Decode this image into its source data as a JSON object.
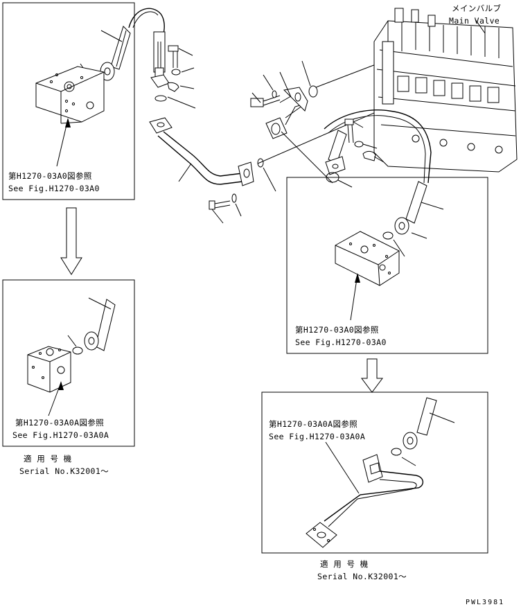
{
  "main_valve": {
    "label_jp": "メインバルブ",
    "label_en": "Main Valve"
  },
  "box_top_left": {
    "ref_jp": "第H1270-03A0図参照",
    "ref_en": "See Fig.H1270-03A0"
  },
  "box_mid_left": {
    "ref_jp": "第H1270-03A0A図参照",
    "ref_en": "See Fig.H1270-03A0A"
  },
  "serial_left": {
    "label_jp": "適 用 号 機",
    "label_en": "Serial No.K32001〜"
  },
  "box_mid_right": {
    "ref_jp": "第H1270-03A0図参照",
    "ref_en": "See Fig.H1270-03A0"
  },
  "box_bottom_right": {
    "ref_jp": "第H1270-03A0A図参照",
    "ref_en": "See Fig.H1270-03A0A"
  },
  "serial_right": {
    "label_jp": "適 用 号 機",
    "label_en": "Serial No.K32001〜"
  },
  "drawing_code": "PWL3981"
}
